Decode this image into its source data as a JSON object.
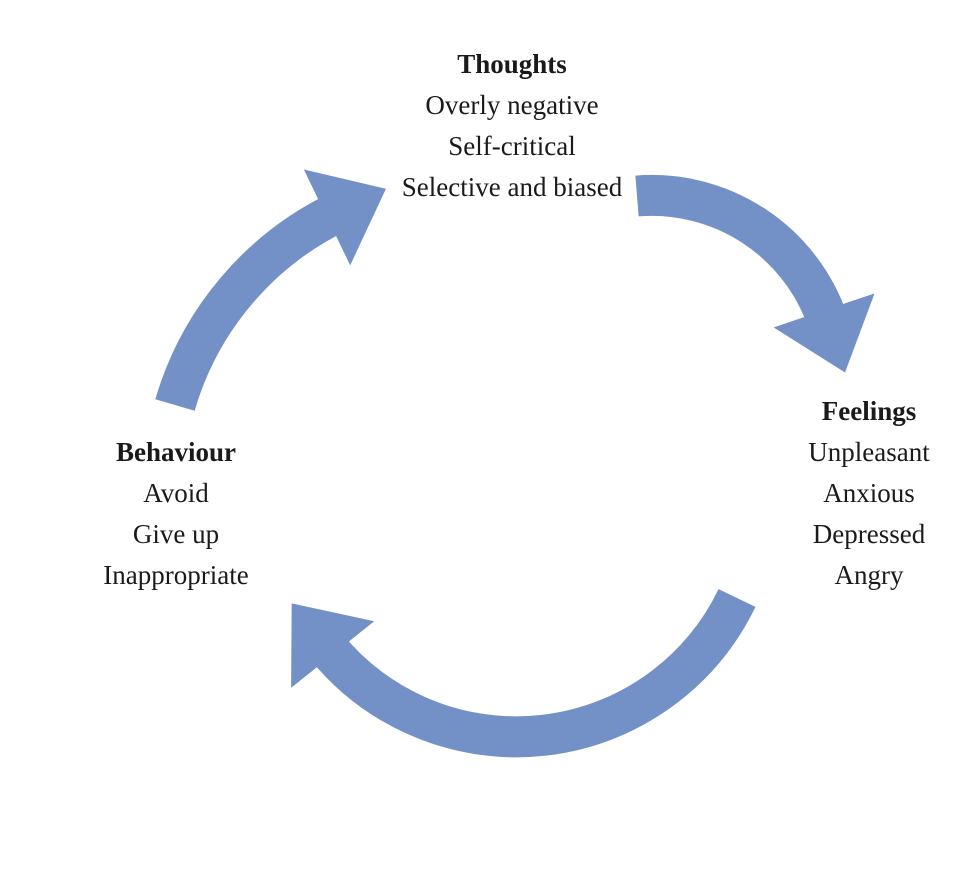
{
  "colors": {
    "arrow": "#7491C7",
    "background": "#FFFFFF",
    "text": "#1A1A1A"
  },
  "nodes": {
    "thoughts": {
      "title": "Thoughts",
      "lines": [
        "Overly negative",
        "Self-critical",
        "Selective and biased"
      ]
    },
    "feelings": {
      "title": "Feelings",
      "lines": [
        "Unpleasant",
        "Anxious",
        "Depressed",
        "Angry"
      ]
    },
    "behaviour": {
      "title": "Behaviour",
      "lines": [
        "Avoid",
        "Give up",
        "Inappropriate"
      ]
    }
  },
  "arrows": [
    {
      "from": "thoughts",
      "to": "feelings"
    },
    {
      "from": "feelings",
      "to": "behaviour"
    },
    {
      "from": "behaviour",
      "to": "thoughts"
    }
  ]
}
